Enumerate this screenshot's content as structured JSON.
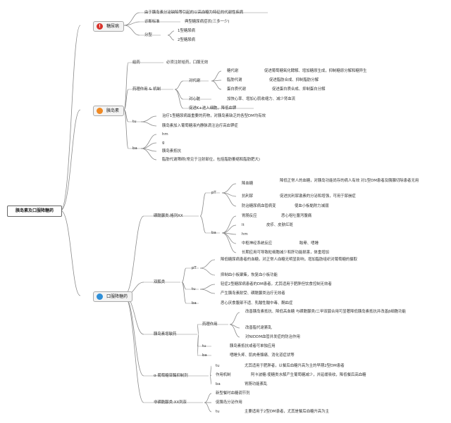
{
  "root": "胰岛素及口服降糖药",
  "colors": {
    "line": "#8a8a8a",
    "badge_red": "#d9322b",
    "badge_orange": "#f08a24",
    "badge_blue": "#2f8fd8"
  },
  "branch1": {
    "icon": "exclamation-icon",
    "badge": "!",
    "title": "糖尿病",
    "def": "由于胰岛素分泌缺陷等引起的以高血糖为特征的代谢性疾病",
    "diag": "诊断标准",
    "diag_detail": "典型糖尿病症状(三多一少)",
    "types": "分型",
    "type1": "1型糖尿病",
    "type2": "2型糖尿病"
  },
  "branch2": {
    "icon": "pill-icon",
    "title": "胰岛素",
    "admin": "给药",
    "admin_detail": "必须注射给药，口服无效",
    "action": "药理作用 & 机制",
    "metab": "对代谢",
    "sugar": "糖代谢",
    "sugar_detail": "促进葡萄糖氧化酵解、增加糖原生成，抑制糖原分解和糖异生",
    "fat": "脂肪代谢",
    "fat_detail": "促进脂肪合成、抑制脂肪分解",
    "protein": "蛋白质代谢",
    "protein_detail": "促进蛋白质合成、抑制蛋白分解",
    "heart": "对心脏",
    "heart_detail": "加快心率、增加心肌收缩力、减少肾血流",
    "k": "促进K+进入细胞，降低血钾",
    "uses": "tu",
    "use1": "治疗1型糖尿病最重要的药物，对胰岛素缺乏的各型DM均有效",
    "use2": "胰岛素加入葡萄糖液内静脉滴注治疗高血钾症",
    "adverse": "ba",
    "ad1": "hm",
    "ad2": "g",
    "ad3": "胰岛素抵抗",
    "ad4": "脂肪代谢障碍(常见于注射部位，包括脂肪萎缩和脂肪肥大)"
  },
  "branch3": {
    "icon": "globe-icon",
    "title": "口服降糖药",
    "su": "磺酰脲类:格列XX",
    "su_pt": "pT",
    "su_glu": "降血糖",
    "su_glu_detail": "降低正常人的血糖，对胰岛功能尚存的病人有效 对1型DM患者及胰腺切除患者无用",
    "su_adh": "抗利尿",
    "su_adh_detail": "促进抗利尿激素的分泌和增强，可用于尿崩症",
    "su_plt": "防治糖尿病血管病变",
    "su_plt_detail": "使血小板黏附力减弱",
    "su_ba": "ba",
    "su_gi": "胃肠反应",
    "su_gi_detail": "恶心呕吐腹泻腹痛",
    "su_lt": "lt",
    "su_lt_detail": "皮疹、皮肤红斑",
    "su_hm": "hm",
    "su_cns": "中枢神经系统反应",
    "su_cns_detail": "眩晕、嗜睡",
    "su_wbc": "长期应用可导致粒细胞减少和肝功能损害，体重增加",
    "bg": "双胍类",
    "bg_pt": "pT",
    "bg_pt1": "降低糖尿病患者的血糖，对正常人血糖无明显影响，增加脂肪组织对葡萄糖的摄取",
    "bg_pt2": "抑制血小板聚集，恢复血小板功能",
    "bg_tu": "tu",
    "bg_tu1": "轻症2型糖尿病患者的DM患者，尤其适用于肥胖但饮食控制无效者",
    "bg_tu2": "产生胰岛素耐受、磺酰脲类治疗无效者",
    "bg_ba": "ba",
    "bg_ba1": "恶心厌食腹部不适、乳酸性酸中毒、酮血症",
    "tzd": "胰岛素增敏药",
    "tzd_pt": "药理作用",
    "tzd_p1": "改善胰岛素抵抗、降低高血糖 与磺酰脲类/二甲双胍合用可显著降低胰岛素抵抗并改善β细胞功能",
    "tzd_p2": "改善脂代谢紊乱",
    "tzd_p3": "对NIDDM血管并发症的防治作用",
    "tzd_tu": "tu",
    "tzd_tu1": "胰岛素抵抗或者可单独应用",
    "tzd_ba": "ba",
    "tzd_ba1": "嗜睡头疼、肌肉骨骼痛、消化道症状等",
    "agi": "α-葡萄糖苷酶抑制剂",
    "agi_tu": "tu",
    "agi_tu1": "尤其适用于肥胖者，以餐后血糖升高为主的早期2型DM患者",
    "agi_mech": "作用机制",
    "agi_mech1": "阿卡波糖:使糖类水解产生葡萄糖减少，并延缓吸收，降低餐后高血糖",
    "agi_ba": "ba",
    "agi_ba1": "胃肠功能紊乱",
    "glin": "非磺酰脲类:XX列奈",
    "glin1": "新型餐时血糖调节剂",
    "glin2": "促胰岛分泌作用",
    "glin_tu": "tu",
    "glin_tu1": "主要适用于2型DM患者，尤其是餐后血糖升高为主"
  }
}
